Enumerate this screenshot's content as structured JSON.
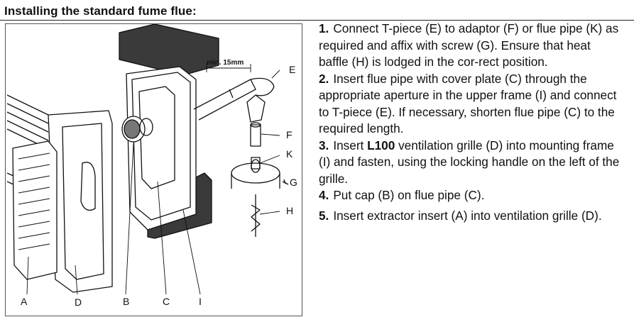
{
  "title": "Installing the standard fume flue:",
  "figure": {
    "dimension_label": "min. 15mm",
    "callouts": {
      "A": "A",
      "B": "B",
      "C": "C",
      "D": "D",
      "E": "E",
      "F": "F",
      "G": "G",
      "H": "H",
      "I": "I",
      "K": "K"
    }
  },
  "steps": [
    {
      "number": "1.",
      "text": "Connect T-piece (E) to adaptor (F) or flue pipe (K) as required and affix with screw (G). Ensure that heat baffle (H) is lodged in the cor-rect position."
    },
    {
      "number": "2.",
      "text": "Insert flue pipe with cover plate (C) through the appropriate aperture in the upper frame (I) and connect to T-piece (E). If necessary, shorten flue pipe (C) to the required length."
    },
    {
      "number": "3.",
      "text_before": "Insert ",
      "bold": "L100",
      "text_after": " ventilation grille (D) into mounting frame (I) and fasten, using the locking handle on the left of the grille."
    },
    {
      "number": "4.",
      "text": "Put cap (B) on flue pipe (C)."
    },
    {
      "number": "5.",
      "text": "Insert extractor insert (A) into ventilation grille (D)."
    }
  ]
}
